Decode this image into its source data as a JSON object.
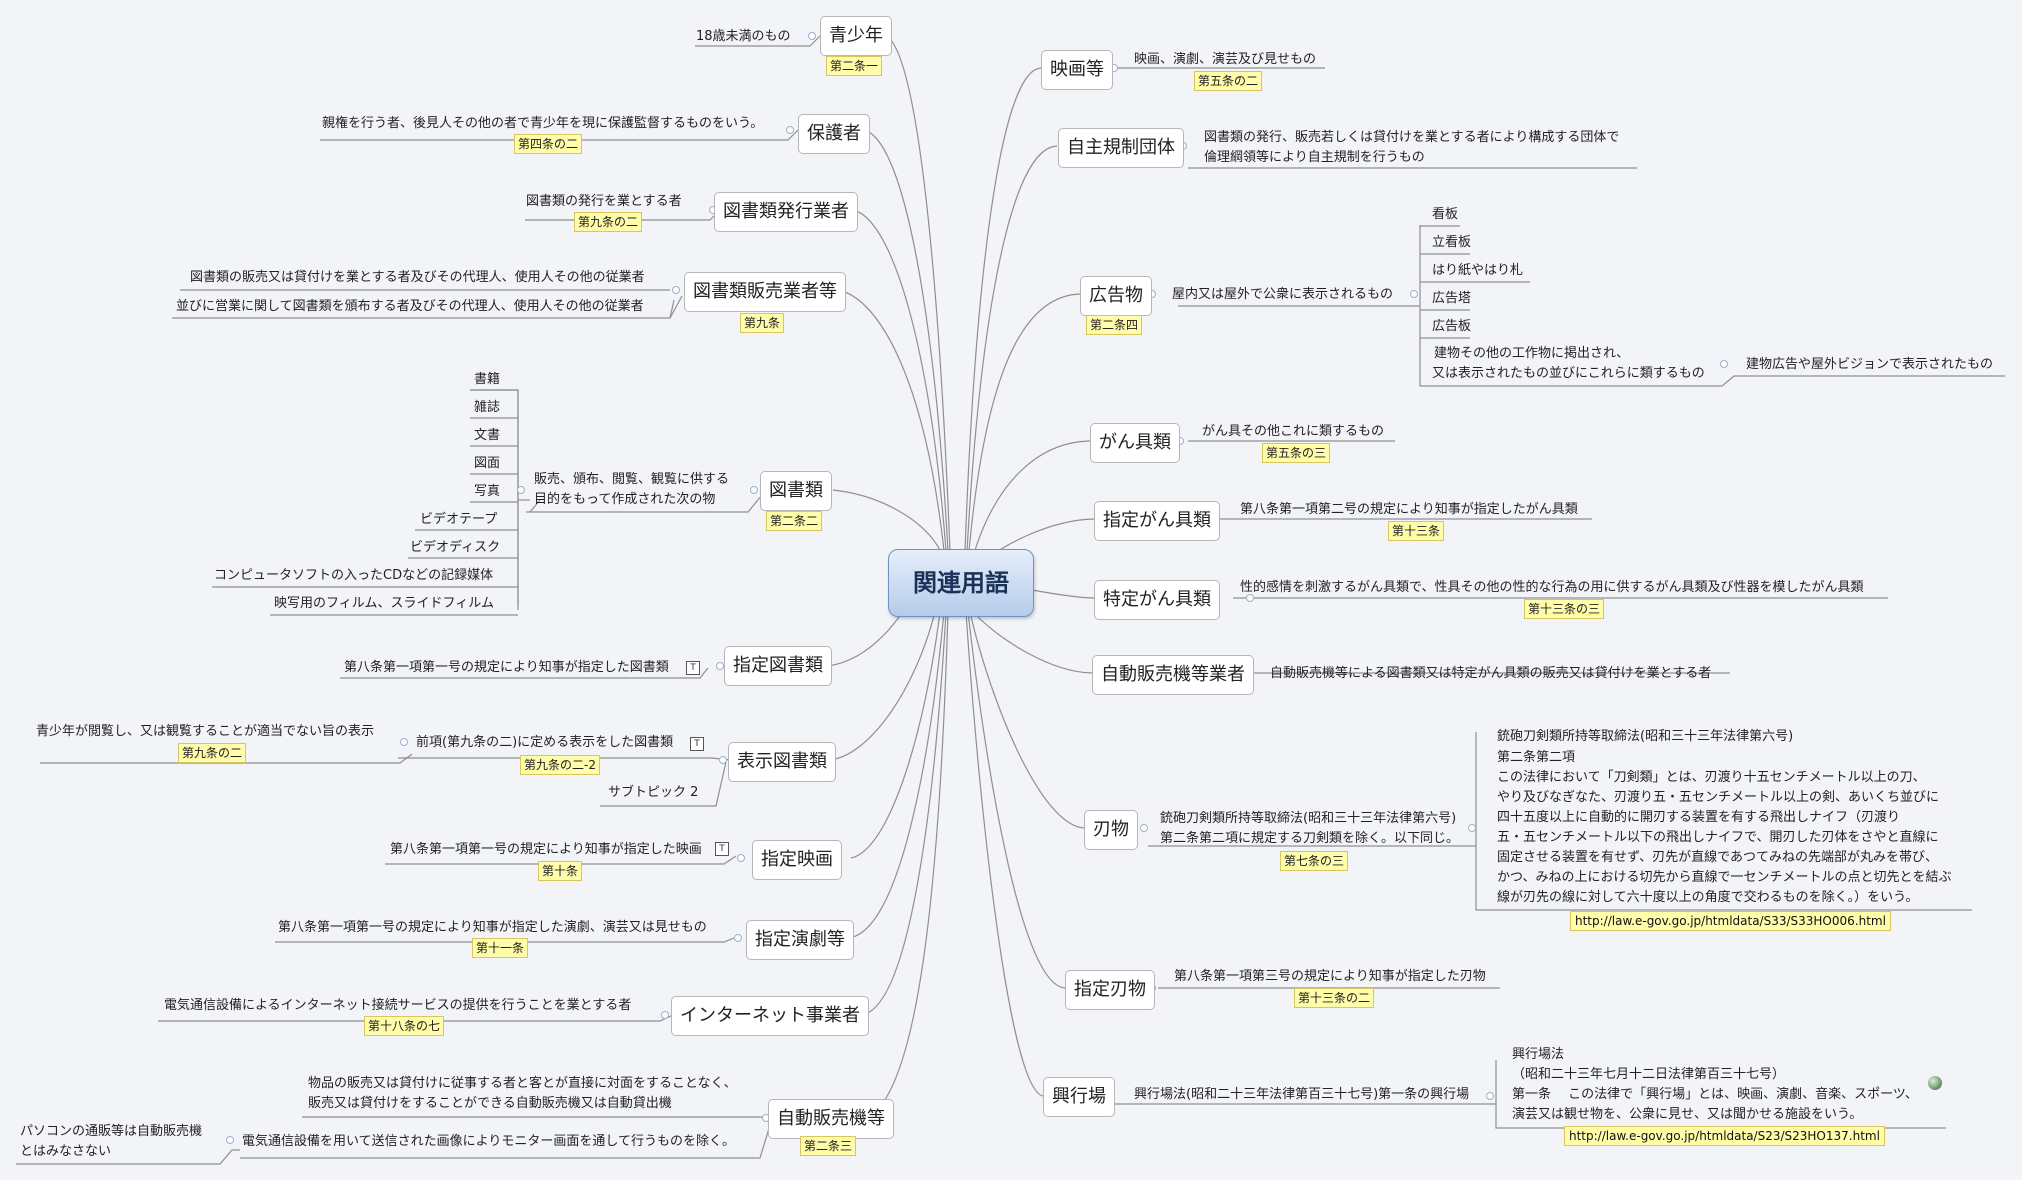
{
  "central": "関連用語",
  "left": {
    "seishonen": {
      "title": "青少年",
      "desc": "18歳未満のもの",
      "ref": "第二条一"
    },
    "hogosha": {
      "title": "保護者",
      "desc": "親権を行う者、後見人その他の者で青少年を現に保護監督するものをいう。",
      "ref": "第四条の二"
    },
    "hakko": {
      "title": "図書類発行業者",
      "desc": "図書類の発行を業とする者",
      "ref": "第九条の二"
    },
    "hanbai": {
      "title": "図書類販売業者等",
      "desc1": "図書類の販売又は貸付けを業とする者及びその代理人、使用人その他の従業者",
      "desc2": "並びに営業に関して図書類を頒布する者及びその代理人、使用人その他の従業者",
      "ref": "第九条"
    },
    "toshorui": {
      "title": "図書類",
      "desc1": "販売、頒布、閲覧、観覧に供する",
      "desc2": "目的をもって作成された次の物",
      "ref": "第二条二",
      "items": [
        "書籍",
        "雑誌",
        "文書",
        "図面",
        "写真",
        "ビデオテープ",
        "ビデオディスク",
        "コンピュータソフトの入ったCDなどの記録媒体",
        "映写用のフィルム、スライドフィルム"
      ]
    },
    "shitei_tosho": {
      "title": "指定図書類",
      "desc": "第八条第一項第一号の規定により知事が指定した図書類"
    },
    "hyoji_tosho": {
      "title": "表示図書類",
      "desc": "前項(第九条の二)に定める表示をした図書類",
      "ref": "第九条の二-2",
      "sub_desc": "青少年が閲覧し、又は観覧することが適当でない旨の表示",
      "sub_ref": "第九条の二",
      "subtopic": "サブトピック 2"
    },
    "shitei_eiga": {
      "title": "指定映画",
      "desc": "第八条第一項第一号の規定により知事が指定した映画",
      "ref": "第十条"
    },
    "shitei_engeki": {
      "title": "指定演劇等",
      "desc": "第八条第一項第一号の規定により知事が指定した演劇、演芸又は見せもの",
      "ref": "第十一条"
    },
    "internet": {
      "title": "インターネット事業者",
      "desc": "電気通信設備によるインターネット接続サービスの提供を行うことを業とする者",
      "ref": "第十八条の七"
    },
    "jihanki": {
      "title": "自動販売機等",
      "desc1": "物品の販売又は貸付けに従事する者と客とが直接に対面をすることなく、",
      "desc2": "販売又は貸付けをすることができる自動販売機又は自動貸出機",
      "desc3": "電気通信設備を用いて送信された画像によりモニター画面を通して行うものを除く。",
      "note1": "パソコンの通販等は自動販売機",
      "note2": "とはみなさない",
      "ref": "第二条三"
    }
  },
  "right": {
    "eiga": {
      "title": "映画等",
      "desc": "映画、演劇、演芸及び見せもの",
      "ref": "第五条の二"
    },
    "jishu": {
      "title": "自主規制団体",
      "desc1": "図書類の発行、販売若しくは貸付けを業とする者により構成する団体で",
      "desc2": "倫理綱領等により自主規制を行うもの"
    },
    "kokoku": {
      "title": "広告物",
      "desc": "屋内又は屋外で公衆に表示されるもの",
      "ref": "第二条四",
      "items": [
        "看板",
        "立看板",
        "はり紙やはり札",
        "広告塔",
        "広告板"
      ],
      "extra1": "建物その他の工作物に掲出され、",
      "extra2": "又は表示されたもの並びにこれらに類するもの",
      "extra_sub": "建物広告や屋外ビジョンで表示されたもの"
    },
    "gangu": {
      "title": "がん具類",
      "desc": "がん具その他これに類するもの",
      "ref": "第五条の三"
    },
    "shitei_gangu": {
      "title": "指定がん具類",
      "desc": "第八条第一項第二号の規定により知事が指定したがん具類",
      "ref": "第十三条"
    },
    "tokutei_gangu": {
      "title": "特定がん具類",
      "desc": "性的感情を刺激するがん具類で、性具その他の性的な行為の用に供するがん具類及び性器を模したがん具類",
      "ref": "第十三条の三"
    },
    "jihanki_gyosha": {
      "title": "自動販売機等業者",
      "desc": "自動販売機等による図書類又は特定がん具類の販売又は貸付けを業とする者"
    },
    "hamono": {
      "title": "刃物",
      "desc1": "銃砲刀剣類所持等取締法(昭和三十三年法律第六号)",
      "desc2": "第二条第二項に規定する刀剣類を除く。以下同じ。",
      "ref": "第七条の三",
      "note": [
        "銃砲刀剣類所持等取締法(昭和三十三年法律第六号)",
        "第二条第二項",
        "この法律において「刀剣類」とは、刃渡り十五センチメートル以上の刀、",
        "やり及びなぎなた、刃渡り五・五センチメートル以上の剣、あいくち並びに",
        "四十五度以上に自動的に開刃する装置を有する飛出しナイフ（刃渡り",
        "五・五センチメートル以下の飛出しナイフで、開刃した刃体をさやと直線に",
        "固定させる装置を有せず、刃先が直線であつてみねの先端部が丸みを帯び、",
        "かつ、みねの上における切先から直線で一センチメートルの点と切先とを結ぶ",
        "線が刃先の線に対して六十度以上の角度で交わるものを除く。）をいう。"
      ],
      "url": "http://law.e-gov.go.jp/htmldata/S33/S33HO006.html"
    },
    "shitei_hamono": {
      "title": "指定刃物",
      "desc": "第八条第一項第三号の規定により知事が指定した刃物",
      "ref": "第十三条の二"
    },
    "kogyo": {
      "title": "興行場",
      "desc": "興行場法(昭和二十三年法律第百三十七号)第一条の興行場",
      "note": [
        "興行場法",
        "（昭和二十三年七月十二日法律第百三十七号）",
        "第一条　 この法律で「興行場」とは、映画、演劇、音楽、スポーツ、",
        "演芸又は観せ物を、公衆に見せ、又は聞かせる施設をいう。"
      ],
      "url": "http://law.e-gov.go.jp/htmldata/S23/S23HO137.html"
    }
  }
}
